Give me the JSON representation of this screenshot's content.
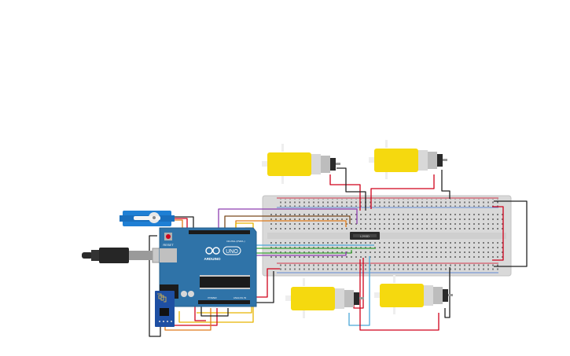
{
  "arduino": {
    "brand": "ARDUINO",
    "model": "UNO",
    "reset_label": "RESET",
    "digital_header_label": "DIGITAL (PWM~)",
    "power_header_label": "POWER",
    "analog_header_label": "ANALOG IN"
  },
  "driver_ic": {
    "label": "L293D"
  },
  "components": {
    "motors": [
      "motor-top-left",
      "motor-top-right",
      "motor-bottom-left",
      "motor-bottom-right"
    ],
    "servo": "micro-servo",
    "wifi_module": "esp8266",
    "usb_cable": "usb-b-cable",
    "breadboard": "full-breadboard"
  },
  "colors": {
    "breadboard": "#d9d9d9",
    "arduino_board": "#2f73a8",
    "motor_body": "#f5d90f",
    "wire_red": "#d0021b",
    "wire_black": "#222222",
    "wire_yellow": "#e8b400",
    "wire_green": "#3aa335",
    "wire_purple": "#8e3fb0",
    "wire_orange": "#e07b1a",
    "wire_blue": "#4aa8d8",
    "wire_brown": "#7a4a1f"
  }
}
